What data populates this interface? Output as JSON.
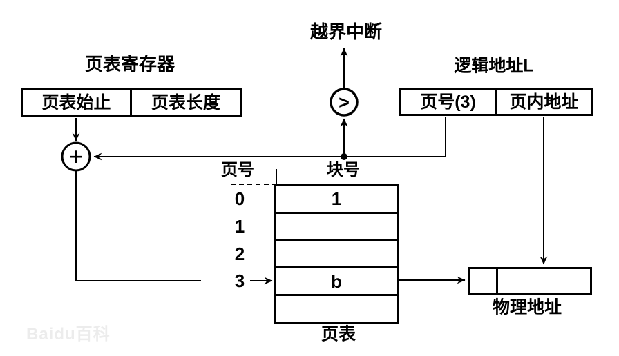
{
  "watermark": "Baidu百科",
  "interrupt": {
    "label": "越界中断"
  },
  "register": {
    "title": "页表寄存器",
    "cell_start": "页表始止",
    "cell_length": "页表长度"
  },
  "logical": {
    "title": "逻辑地址L",
    "cell_page": "页号(3)",
    "cell_offset": "页内地址"
  },
  "adder": {
    "symbol": "+"
  },
  "comparator": {
    "symbol": ">"
  },
  "table": {
    "header_page": "页号",
    "header_block": "块号",
    "caption": "页表",
    "indices": [
      "0",
      "1",
      "2",
      "3"
    ],
    "rows": [
      "1",
      "",
      "",
      "b",
      ""
    ]
  },
  "physical": {
    "label": "物理地址"
  }
}
